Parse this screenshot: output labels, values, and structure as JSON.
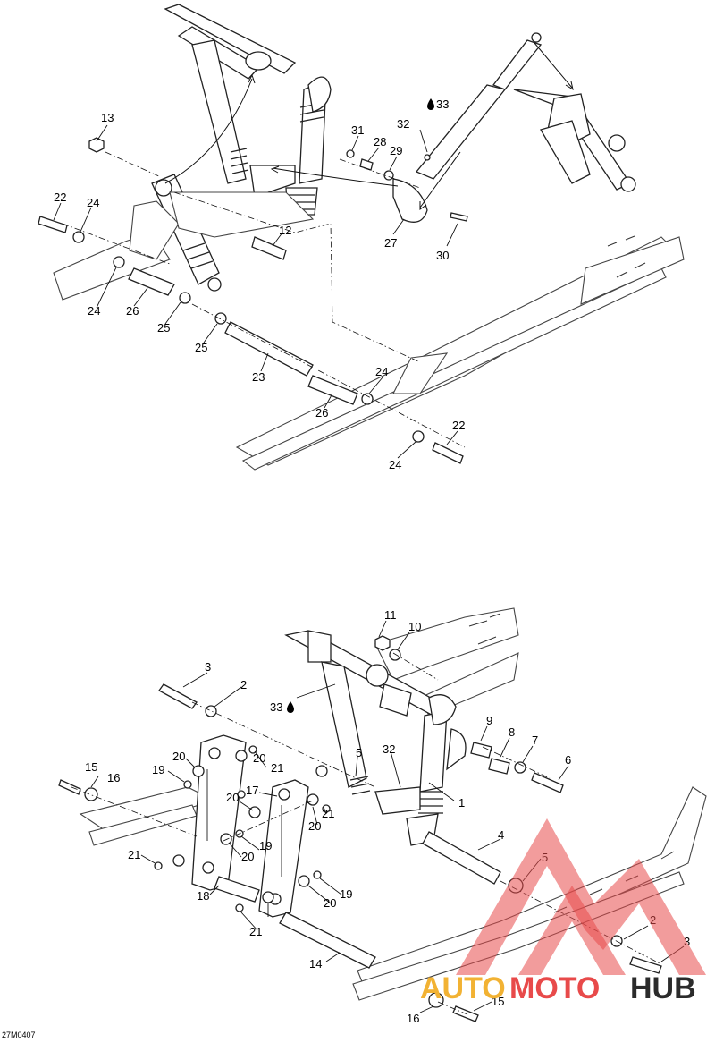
{
  "figure_code": "27M0407",
  "upper_labels": [
    "13",
    "22",
    "24",
    "24",
    "26",
    "25",
    "25",
    "23",
    "26",
    "24",
    "22",
    "24",
    "12",
    "31",
    "28",
    "29",
    "32",
    "33",
    "27",
    "30"
  ],
  "lower_labels": [
    "11",
    "10",
    "3",
    "2",
    "33",
    "5",
    "32",
    "9",
    "8",
    "7",
    "6",
    "20",
    "19",
    "21",
    "15",
    "16",
    "17",
    "20",
    "21",
    "20",
    "1",
    "20",
    "19",
    "4",
    "5",
    "21",
    "20",
    "18",
    "19",
    "20",
    "21",
    "2",
    "3",
    "14",
    "16",
    "15"
  ],
  "watermark": {
    "word_auto": "AUTO",
    "word_moto": "MOTO",
    "word_hub": "HUB",
    "color_red": "#e84a4a",
    "color_gold": "#f2b233",
    "color_dark": "#2b2b2b"
  }
}
